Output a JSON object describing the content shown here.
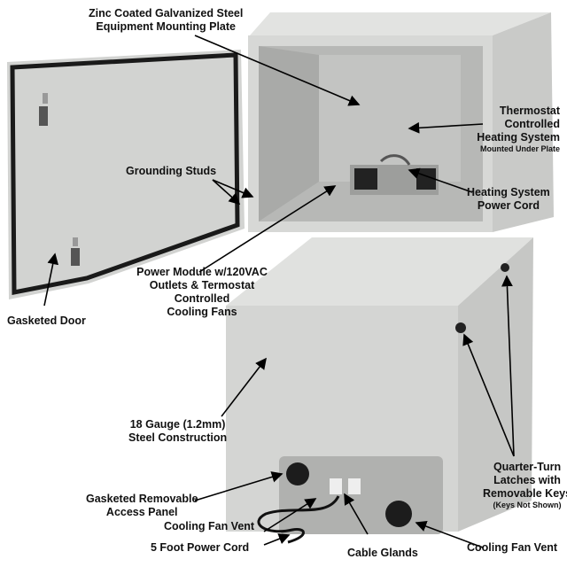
{
  "labels": {
    "mounting_plate": [
      "Zinc Coated Galvanized Steel",
      "Equipment Mounting Plate"
    ],
    "heating": [
      "Thermostat",
      "Controlled",
      "Heating System"
    ],
    "heating_note": "Mounted Under Plate",
    "grounding": "Grounding Studs",
    "power_cord_heat": [
      "Heating System",
      "Power Cord"
    ],
    "power_module": [
      "Power Module w/120VAC",
      "Outlets & Termostat",
      "Controlled",
      "Cooling Fans"
    ],
    "gasketed_door": "Gasketed Door",
    "steel": [
      "18 Gauge (1.2mm)",
      "Steel Construction"
    ],
    "access_panel": [
      "Gasketed Removable",
      "Access Panel"
    ],
    "fan_vent_left": "Cooling Fan Vent",
    "power_cord": "5 Foot Power Cord",
    "cable_glands": "Cable Glands",
    "latches": [
      "Quarter-Turn",
      "Latches with",
      "Removable Keys"
    ],
    "latches_note": "(Keys Not Shown)",
    "fan_vent_right": "Cooling Fan Vent"
  },
  "colors": {
    "enclosure": "#d4d5d3",
    "interior": "#b9bab8",
    "gasket": "#1a1a1a",
    "text": "#111111"
  }
}
